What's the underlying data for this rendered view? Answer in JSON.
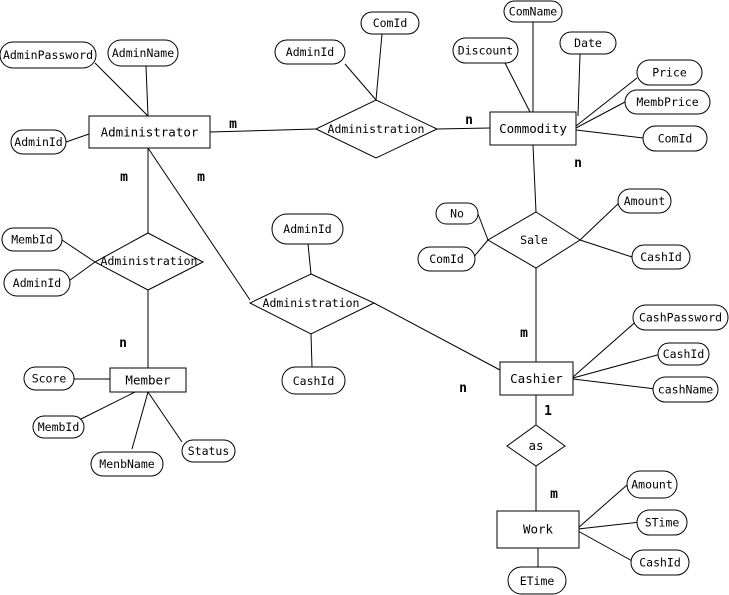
{
  "diagram": {
    "entities": {
      "administrator": "Administrator",
      "commodity": "Commodity",
      "member": "Member",
      "cashier": "Cashier",
      "work": "Work"
    },
    "relationships": {
      "admin_commodity": "Administration",
      "admin_member": "Administration",
      "admin_cashier": "Administration",
      "sale": "Sale",
      "as": "as"
    },
    "attributes": {
      "admin_password": "AdminPassword",
      "admin_name": "AdminName",
      "admin_id": "AdminId",
      "rel_admin_id": "AdminId",
      "rel_com_id": "ComId",
      "com_name": "ComName",
      "discount": "Discount",
      "date": "Date",
      "price": "Price",
      "memb_price": "MembPrice",
      "com_id": "ComId",
      "sale_no": "No",
      "sale_com_id": "ComId",
      "sale_amount": "Amount",
      "sale_cash_id": "CashId",
      "memb_id_left": "MembId",
      "rel2_admin_id": "AdminId",
      "rel3_admin_id": "AdminId",
      "rel3_cash_id": "CashId",
      "score": "Score",
      "member_memb_id": "MembId",
      "menb_name": "MenbName",
      "status": "Status",
      "cash_password": "CashPassword",
      "cash_id": "CashId",
      "cash_name": "cashName",
      "work_amount": "Amount",
      "stime": "STime",
      "work_cash_id": "CashId",
      "etime": "ETime"
    },
    "cardinalities": {
      "admin_to_commodity_m": "m",
      "commodity_n": "n",
      "commodity_sale_n": "n",
      "admin_member_m": "m",
      "admin_cashier_m": "m",
      "member_n": "n",
      "cashier_sale_m": "m",
      "cashier_n": "n",
      "cashier_one": "1",
      "work_m": "m"
    }
  }
}
